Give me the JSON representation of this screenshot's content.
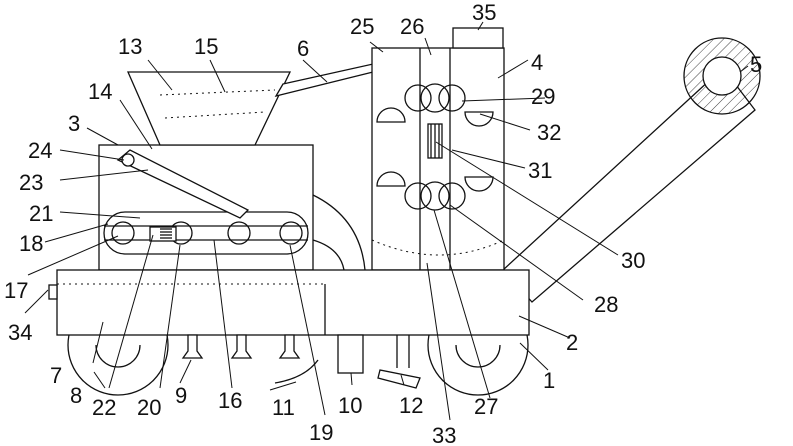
{
  "diagram": {
    "labels": {
      "l1": "1",
      "l2": "2",
      "l3": "3",
      "l4": "4",
      "l5": "5",
      "l6": "6",
      "l7": "7",
      "l8": "8",
      "l9": "9",
      "l10": "10",
      "l11": "11",
      "l12": "12",
      "l13": "13",
      "l14": "14",
      "l15": "15",
      "l16": "16",
      "l17": "17",
      "l18": "18",
      "l19": "19",
      "l20": "20",
      "l21": "21",
      "l22": "22",
      "l23": "23",
      "l24": "24",
      "l25": "25",
      "l26": "26",
      "l27": "27",
      "l28": "28",
      "l29": "29",
      "l30": "30",
      "l31": "31",
      "l32": "32",
      "l33": "33",
      "l34": "34",
      "l35": "35"
    }
  }
}
